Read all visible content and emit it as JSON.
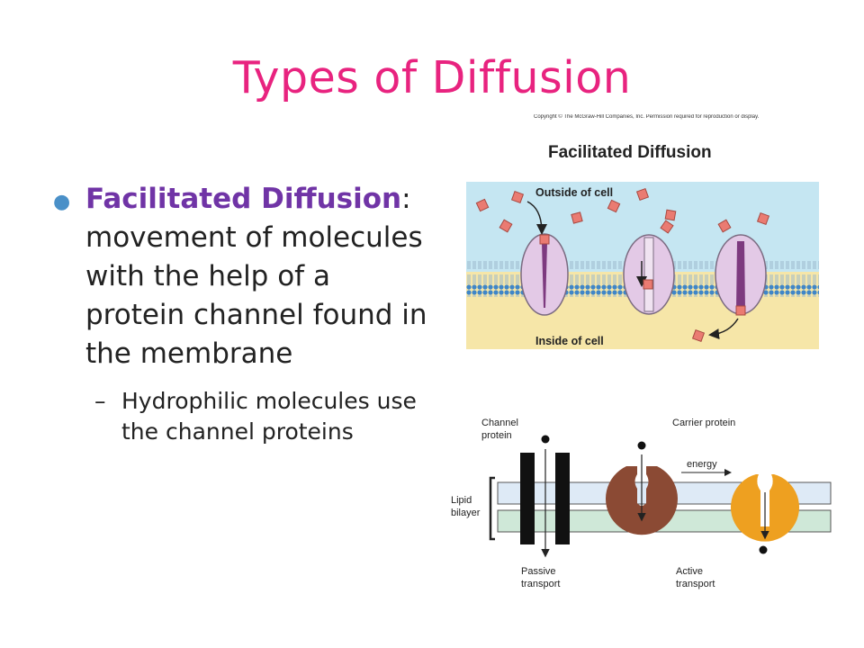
{
  "slide": {
    "title": "Types of Diffusion",
    "bullet": {
      "term": "Facilitated Diffusion",
      "colon": ":",
      "definition": " movement of molecules with the help of a protein channel found in the membrane"
    },
    "sub_bullet": {
      "dash": "–",
      "text": "Hydrophilic molecules use the channel proteins"
    }
  },
  "figure_top": {
    "copyright": "Copyright © The McGraw-Hill Companies, Inc. Permission required for reproduction or display.",
    "title": "Facilitated Diffusion",
    "label_outside": "Outside of cell",
    "label_inside": "Inside of cell",
    "colors": {
      "outside": "#c5e6f2",
      "inside": "#f6e6a8",
      "protein": "#e3c9e6",
      "molecule": "#ea7b72"
    }
  },
  "figure_bottom": {
    "label_channel": [
      "Channel",
      "protein"
    ],
    "label_carrier": "Carrier protein",
    "label_energy": "energy",
    "label_lipid": [
      "Lipid",
      "bilayer"
    ],
    "label_passive": [
      "Passive",
      "transport"
    ],
    "label_active": [
      "Active",
      "transport"
    ],
    "colors": {
      "carrier_brown": "#8b4a34",
      "carrier_orange": "#eea020"
    }
  }
}
